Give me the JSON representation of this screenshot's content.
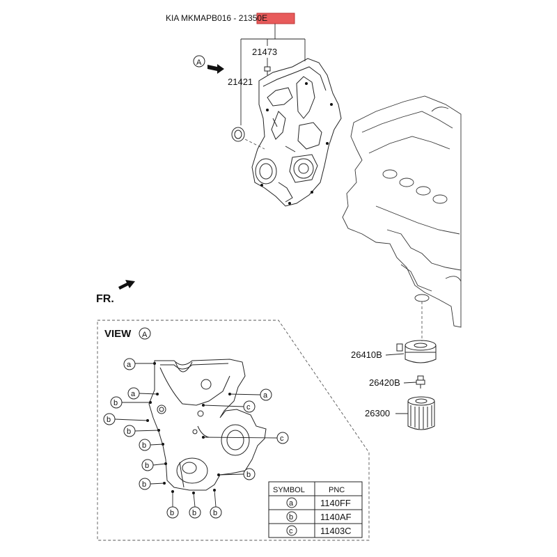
{
  "header": {
    "title": "KIA MKMAPB016 - 21350E",
    "highlight_label": "21350E",
    "highlight_color": "#e85b5b"
  },
  "parts": {
    "p21473": "21473",
    "p21421": "21421",
    "p26410B": "26410B",
    "p26420B": "26420B",
    "p26300": "26300"
  },
  "view_marker": {
    "letter": "A"
  },
  "direction": {
    "label": "FR."
  },
  "view_panel": {
    "title": "VIEW",
    "letter": "A"
  },
  "callouts": {
    "a": "a",
    "b": "b",
    "c": "c"
  },
  "legend": {
    "headers": [
      "SYMBOL",
      "PNC"
    ],
    "rows": [
      {
        "symbol": "a",
        "pnc": "1140FF"
      },
      {
        "symbol": "b",
        "pnc": "1140AF"
      },
      {
        "symbol": "c",
        "pnc": "11403C"
      }
    ]
  }
}
